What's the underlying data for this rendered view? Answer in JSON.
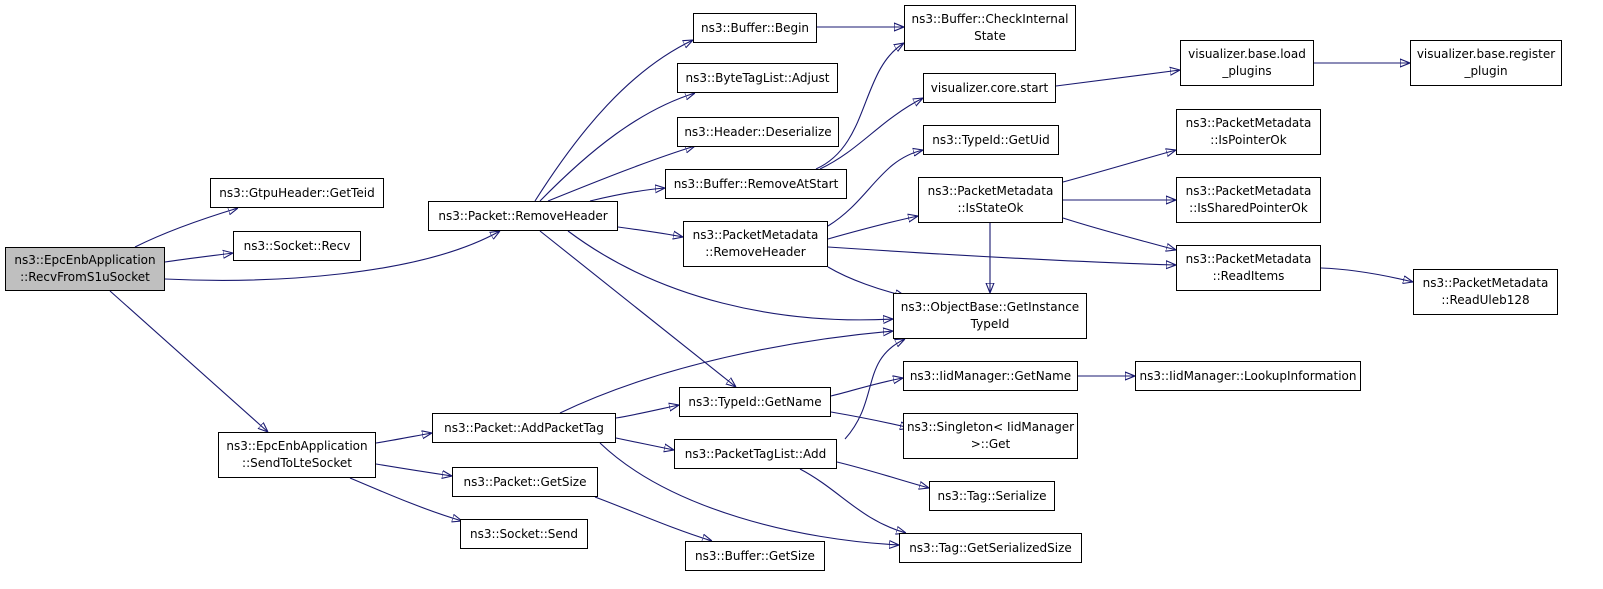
{
  "nodes": [
    {
      "id": "recv_s1u",
      "label": "ns3::EpcEnbApplication\n::RecvFromS1uSocket",
      "root": true
    },
    {
      "id": "gtpu_teid",
      "label": "ns3::GtpuHeader::GetTeid"
    },
    {
      "id": "socket_recv",
      "label": "ns3::Socket::Recv"
    },
    {
      "id": "send_lte",
      "label": "ns3::EpcEnbApplication\n::SendToLteSocket"
    },
    {
      "id": "pkt_removeheader",
      "label": "ns3::Packet::RemoveHeader"
    },
    {
      "id": "pkt_addpackettag",
      "label": "ns3::Packet::AddPacketTag"
    },
    {
      "id": "pkt_getsize",
      "label": "ns3::Packet::GetSize"
    },
    {
      "id": "socket_send",
      "label": "ns3::Socket::Send"
    },
    {
      "id": "buf_begin",
      "label": "ns3::Buffer::Begin"
    },
    {
      "id": "bytetag_adjust",
      "label": "ns3::ByteTagList::Adjust"
    },
    {
      "id": "header_deser",
      "label": "ns3::Header::Deserialize"
    },
    {
      "id": "buf_removeatstart",
      "label": "ns3::Buffer::RemoveAtStart"
    },
    {
      "id": "pm_removeheader",
      "label": "ns3::PacketMetadata\n::RemoveHeader"
    },
    {
      "id": "typeid_getname",
      "label": "ns3::TypeId::GetName"
    },
    {
      "id": "ptl_add",
      "label": "ns3::PacketTagList::Add"
    },
    {
      "id": "buf_getsize",
      "label": "ns3::Buffer::GetSize"
    },
    {
      "id": "buf_checkinternal",
      "label": "ns3::Buffer::CheckInternal\nState"
    },
    {
      "id": "vis_core_start",
      "label": "visualizer.core.start"
    },
    {
      "id": "typeid_getuid",
      "label": "ns3::TypeId::GetUid"
    },
    {
      "id": "pm_isstateok",
      "label": "ns3::PacketMetadata\n::IsStateOk"
    },
    {
      "id": "ob_getinstancetypeid",
      "label": "ns3::ObjectBase::GetInstance\nTypeId"
    },
    {
      "id": "iid_getname",
      "label": "ns3::IidManager::GetName"
    },
    {
      "id": "singleton_get",
      "label": "ns3::Singleton< IidManager\n>::Get"
    },
    {
      "id": "tag_serialize",
      "label": "ns3::Tag::Serialize"
    },
    {
      "id": "tag_getserializedsize",
      "label": "ns3::Tag::GetSerializedSize"
    },
    {
      "id": "vis_base_loadplugins",
      "label": "visualizer.base.load\n_plugins"
    },
    {
      "id": "vis_base_registerplugin",
      "label": "visualizer.base.register\n_plugin"
    },
    {
      "id": "pm_ispointerok",
      "label": "ns3::PacketMetadata\n::IsPointerOk"
    },
    {
      "id": "pm_issharedpointerok",
      "label": "ns3::PacketMetadata\n::IsSharedPointerOk"
    },
    {
      "id": "pm_readitems",
      "label": "ns3::PacketMetadata\n::ReadItems"
    },
    {
      "id": "pm_readuleb128",
      "label": "ns3::PacketMetadata\n::ReadUleb128"
    },
    {
      "id": "iid_lookupinfo",
      "label": "ns3::IidManager::LookupInformation"
    }
  ],
  "edges": [
    {
      "from": "recv_s1u",
      "to": "gtpu_teid"
    },
    {
      "from": "recv_s1u",
      "to": "socket_recv"
    },
    {
      "from": "recv_s1u",
      "to": "pkt_removeheader"
    },
    {
      "from": "recv_s1u",
      "to": "send_lte"
    },
    {
      "from": "pkt_removeheader",
      "to": "buf_begin"
    },
    {
      "from": "pkt_removeheader",
      "to": "bytetag_adjust"
    },
    {
      "from": "pkt_removeheader",
      "to": "header_deser"
    },
    {
      "from": "pkt_removeheader",
      "to": "buf_removeatstart"
    },
    {
      "from": "pkt_removeheader",
      "to": "pm_removeheader"
    },
    {
      "from": "pkt_removeheader",
      "to": "ob_getinstancetypeid"
    },
    {
      "from": "pkt_removeheader",
      "to": "typeid_getname"
    },
    {
      "from": "buf_begin",
      "to": "buf_checkinternal"
    },
    {
      "from": "buf_removeatstart",
      "to": "buf_checkinternal"
    },
    {
      "from": "buf_removeatstart",
      "to": "vis_core_start"
    },
    {
      "from": "vis_core_start",
      "to": "vis_base_loadplugins"
    },
    {
      "from": "vis_base_loadplugins",
      "to": "vis_base_registerplugin"
    },
    {
      "from": "pm_removeheader",
      "to": "typeid_getuid"
    },
    {
      "from": "pm_removeheader",
      "to": "pm_isstateok"
    },
    {
      "from": "pm_removeheader",
      "to": "pm_readitems"
    },
    {
      "from": "pm_removeheader",
      "to": "ob_getinstancetypeid"
    },
    {
      "from": "pm_isstateok",
      "to": "pm_ispointerok"
    },
    {
      "from": "pm_isstateok",
      "to": "pm_issharedpointerok"
    },
    {
      "from": "pm_isstateok",
      "to": "pm_readitems"
    },
    {
      "from": "pm_isstateok",
      "to": "ob_getinstancetypeid"
    },
    {
      "from": "pm_readitems",
      "to": "pm_readuleb128"
    },
    {
      "from": "send_lte",
      "to": "pkt_addpackettag"
    },
    {
      "from": "send_lte",
      "to": "pkt_getsize"
    },
    {
      "from": "send_lte",
      "to": "socket_send"
    },
    {
      "from": "pkt_addpackettag",
      "to": "ob_getinstancetypeid"
    },
    {
      "from": "pkt_addpackettag",
      "to": "typeid_getname"
    },
    {
      "from": "pkt_addpackettag",
      "to": "ptl_add"
    },
    {
      "from": "pkt_addpackettag",
      "to": "tag_getserializedsize"
    },
    {
      "from": "typeid_getname",
      "to": "iid_getname"
    },
    {
      "from": "typeid_getname",
      "to": "singleton_get"
    },
    {
      "from": "iid_getname",
      "to": "iid_lookupinfo"
    },
    {
      "from": "ptl_add",
      "to": "ob_getinstancetypeid"
    },
    {
      "from": "ptl_add",
      "to": "tag_serialize"
    },
    {
      "from": "ptl_add",
      "to": "tag_getserializedsize"
    },
    {
      "from": "pkt_getsize",
      "to": "buf_getsize"
    }
  ]
}
